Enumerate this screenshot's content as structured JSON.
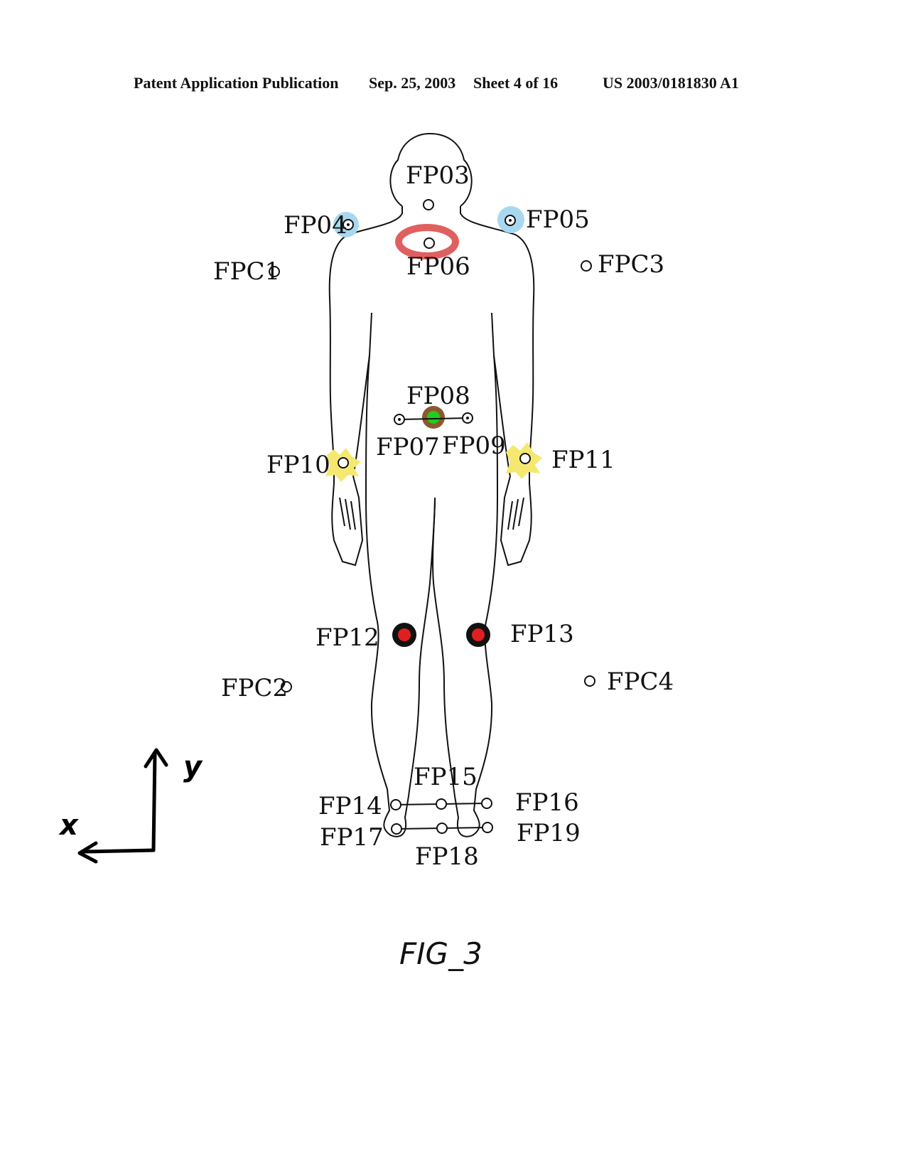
{
  "header": {
    "publication": "Patent Application Publication",
    "date": "Sep. 25, 2003",
    "sheet": "Sheet 4 of 16",
    "number": "US 2003/0181830 A1"
  },
  "figure": {
    "caption": "FIG_3",
    "axes": {
      "x_label": "x",
      "y_label": "y"
    },
    "points": {
      "FP03": "FP03",
      "FP04": "FP04",
      "FP05": "FP05",
      "FP06": "FP06",
      "FPC1": "FPC1",
      "FPC3": "FPC3",
      "FP08": "FP08",
      "FP07": "FP07",
      "FP09": "FP09",
      "FP10": "FP10",
      "FP11": "FP11",
      "FP12": "FP12",
      "FP13": "FP13",
      "FPC2": "FPC2",
      "FPC4": "FPC4",
      "FP15": "FP15",
      "FP14": "FP14",
      "FP16": "FP16",
      "FP17": "FP17",
      "FP19": "FP19",
      "FP18": "FP18"
    },
    "highlight_colors": {
      "shoulders": "#a8d8f0",
      "neck_ring": "#e06060",
      "pelvis_ring": "#8b5a2b",
      "pelvis_fill": "#22cc22",
      "wrists": "#f5e870",
      "knees_ring": "#111111",
      "knees_fill": "#e02020"
    }
  }
}
